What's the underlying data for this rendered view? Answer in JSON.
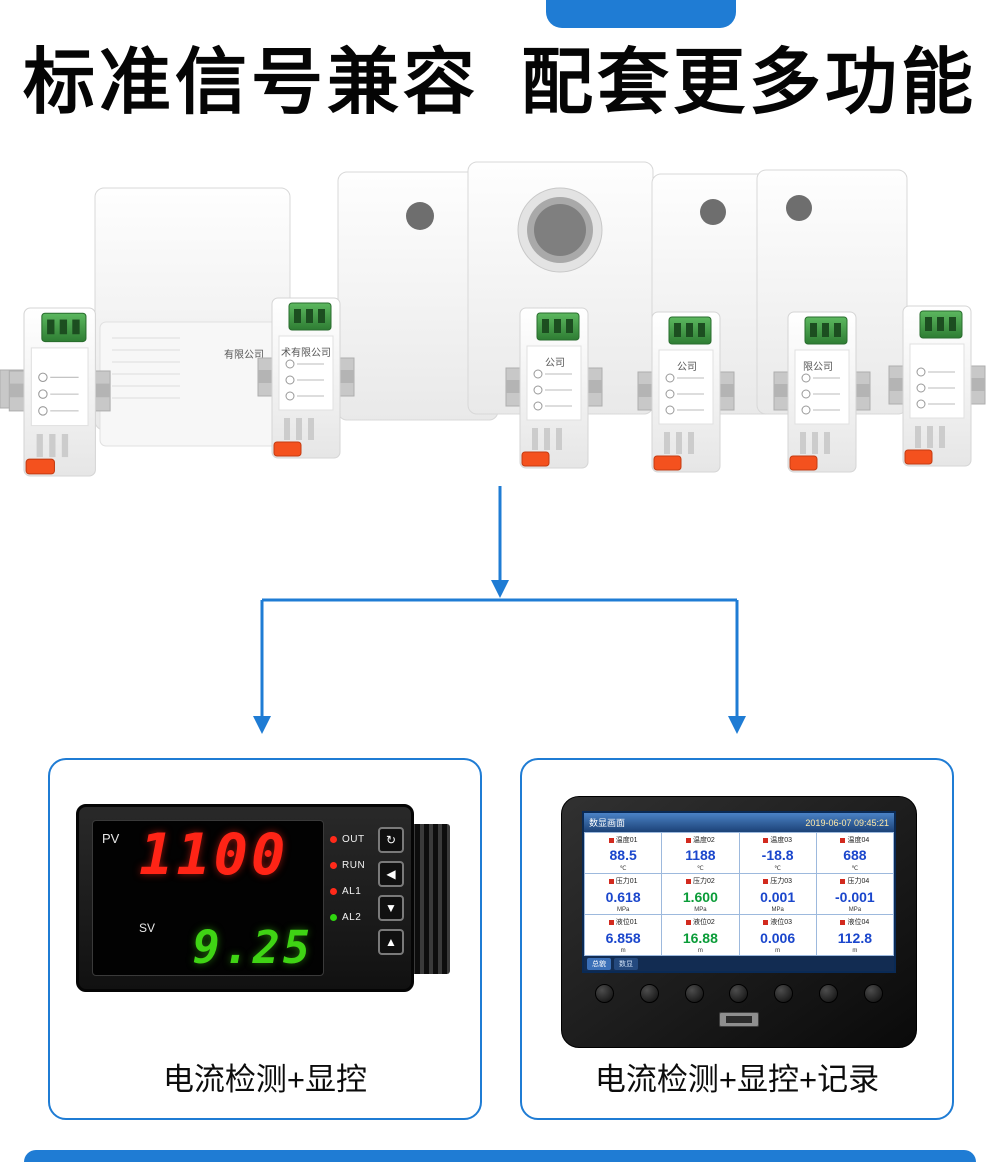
{
  "colors": {
    "accent": "#1f7cd4",
    "pvred": "#ff2416",
    "svgreen": "#3fd414"
  },
  "header": {
    "title_left": "标准信号兼容",
    "title_right": "配套更多功能"
  },
  "products": {
    "module_labels": [
      "有限公司",
      "术有限公司",
      "公司",
      "公司",
      "限公司"
    ]
  },
  "left_card": {
    "meter": {
      "pv_label": "PV",
      "pv_value": "1100",
      "sv_label": "SV",
      "sv_value": "9.25",
      "indicators": [
        {
          "label": "OUT",
          "color": "#ff2a1a"
        },
        {
          "label": "RUN",
          "color": "#ff2a1a"
        },
        {
          "label": "AL1",
          "color": "#ff2a1a"
        },
        {
          "label": "AL2",
          "color": "#2fd50f"
        }
      ],
      "buttons": [
        "↻",
        "◀",
        "▼",
        "▲"
      ]
    },
    "caption": "电流检测+显控"
  },
  "right_card": {
    "recorder": {
      "screen_title": "数显画面",
      "datetime": "2019-06-07 09:45:21",
      "channels": [
        {
          "name": "温度01",
          "value": "88.5",
          "unit": "℃",
          "color": "#1a46cc"
        },
        {
          "name": "温度02",
          "value": "1188",
          "unit": "℃",
          "color": "#1a46cc"
        },
        {
          "name": "温度03",
          "value": "-18.8",
          "unit": "℃",
          "color": "#1a46cc"
        },
        {
          "name": "温度04",
          "value": "688",
          "unit": "℃",
          "color": "#1a46cc"
        },
        {
          "name": "压力01",
          "value": "0.618",
          "unit": "MPa",
          "color": "#1a46cc"
        },
        {
          "name": "压力02",
          "value": "1.600",
          "unit": "MPa",
          "color": "#0a9c38"
        },
        {
          "name": "压力03",
          "value": "0.001",
          "unit": "MPa",
          "color": "#1a46cc"
        },
        {
          "name": "压力04",
          "value": "-0.001",
          "unit": "MPa",
          "color": "#1a46cc"
        },
        {
          "name": "液位01",
          "value": "6.858",
          "unit": "m",
          "color": "#1a46cc"
        },
        {
          "name": "液位02",
          "value": "16.88",
          "unit": "m",
          "color": "#0a9c38"
        },
        {
          "name": "液位03",
          "value": "0.006",
          "unit": "m",
          "color": "#1a46cc"
        },
        {
          "name": "液位04",
          "value": "112.8",
          "unit": "m",
          "color": "#1a46cc"
        }
      ],
      "footer_tabs": [
        "总貌",
        "数显"
      ]
    },
    "caption": "电流检测+显控+记录"
  }
}
